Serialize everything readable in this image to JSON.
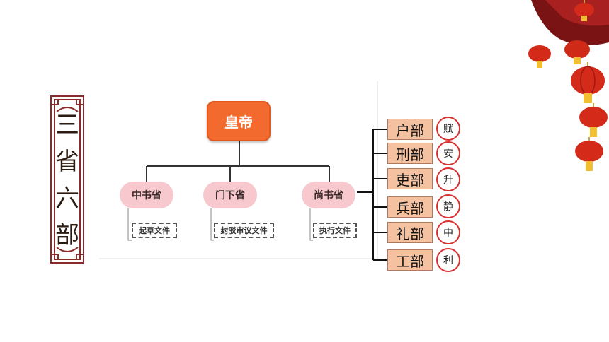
{
  "title": {
    "chars": [
      "三",
      "省",
      "六",
      "部"
    ]
  },
  "emperor": {
    "label": "皇帝"
  },
  "departments": [
    {
      "label": "中书省",
      "duty": "起草文件"
    },
    {
      "label": "门下省",
      "duty": "封驳审议文件"
    },
    {
      "label": "尚书省",
      "duty": "执行文件"
    }
  ],
  "ministries": [
    {
      "label": "户部",
      "note": "赋"
    },
    {
      "label": "刑部",
      "note": "安"
    },
    {
      "label": "吏部",
      "note": "升"
    },
    {
      "label": "兵部",
      "note": "静"
    },
    {
      "label": "礼部",
      "note": "中"
    },
    {
      "label": "工部",
      "note": "利"
    }
  ],
  "colors": {
    "emperor": "#f26a2e",
    "department": "#f7c9cf",
    "ministry": "#f4c2a0",
    "circle": "#d93030",
    "frame": "#8b2a2a"
  }
}
